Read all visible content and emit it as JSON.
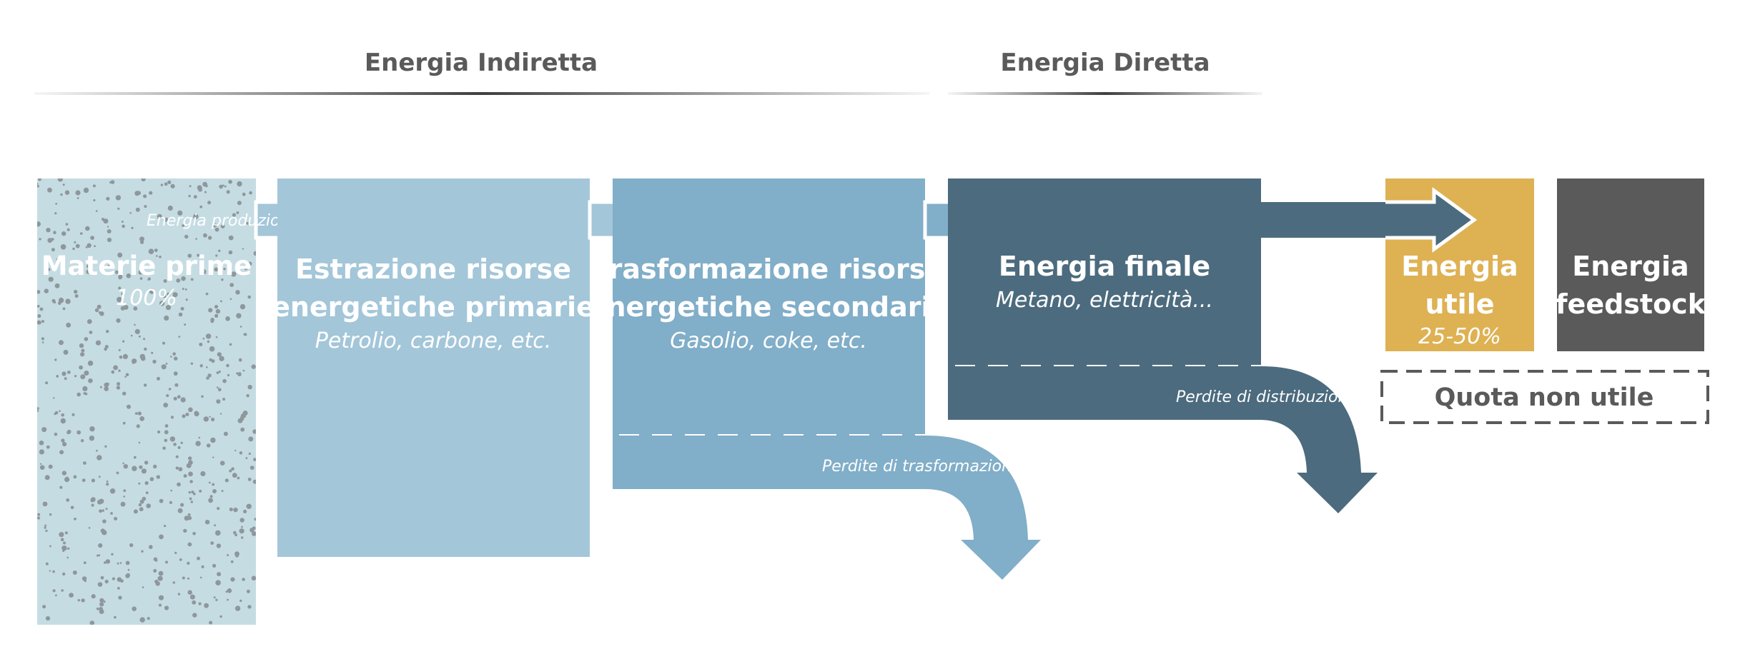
{
  "headers": {
    "indiretta": "Energia Indiretta",
    "diretta": "Energia Diretta"
  },
  "stages": {
    "materie": {
      "title": "Materie prime",
      "value": "100%"
    },
    "estrazione": {
      "title_line1": "Estrazione risorse",
      "title_line2": "energetiche primarie",
      "examples": "Petrolio, carbone, etc."
    },
    "trasformazione": {
      "title_line1": "Trasformazione risorse",
      "title_line2": "energetiche secondarie",
      "examples": "Gasolio, coke, etc."
    },
    "finale": {
      "title": "Energia finale",
      "examples": "Metano, elettricità..."
    },
    "utile": {
      "title_line1": "Energia",
      "title_line2": "utile",
      "value": "25-50%"
    },
    "feedstock": {
      "title_line1": "Energia",
      "title_line2": "feedstock"
    }
  },
  "flows": {
    "produzione": "Energia produzione",
    "perdite_trasformazione": "Perdite di trasformazione",
    "perdite_distribuzione": "Perdite di distribuzione"
  },
  "quota_non_utile": "Quota non utile",
  "colors": {
    "materie": "#c5dce3",
    "speckle": "#8e979b",
    "estrazione": "#a3c6d9",
    "trasformazione": "#81aec8",
    "finale": "#4c6b7e",
    "utile": "#deb153",
    "feedstock": "#5a5a5a",
    "header_text": "#5a5a5a"
  }
}
